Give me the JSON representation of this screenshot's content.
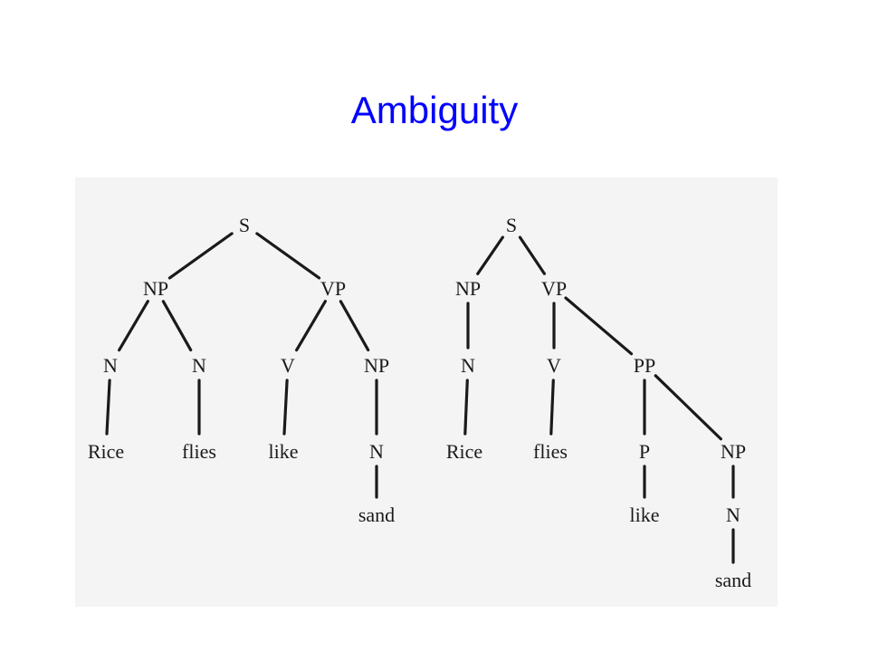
{
  "slide": {
    "title": "Ambiguity"
  },
  "trees": [
    {
      "nodes": [
        "S",
        "NP",
        "VP",
        "N",
        "N",
        "V",
        "NP",
        "Rice",
        "flies",
        "like",
        "N",
        "sand"
      ],
      "edges": [
        [
          0,
          1
        ],
        [
          0,
          2
        ],
        [
          1,
          3
        ],
        [
          1,
          4
        ],
        [
          2,
          5
        ],
        [
          2,
          6
        ],
        [
          3,
          7
        ],
        [
          4,
          8
        ],
        [
          5,
          9
        ],
        [
          6,
          10
        ],
        [
          10,
          11
        ]
      ]
    },
    {
      "nodes": [
        "S",
        "NP",
        "VP",
        "N",
        "V",
        "PP",
        "Rice",
        "flies",
        "P",
        "NP",
        "like",
        "N",
        "sand"
      ],
      "edges": [
        [
          0,
          1
        ],
        [
          0,
          2
        ],
        [
          1,
          3
        ],
        [
          2,
          4
        ],
        [
          2,
          5
        ],
        [
          3,
          6
        ],
        [
          4,
          7
        ],
        [
          5,
          8
        ],
        [
          5,
          9
        ],
        [
          8,
          10
        ],
        [
          9,
          11
        ],
        [
          11,
          12
        ]
      ]
    }
  ]
}
